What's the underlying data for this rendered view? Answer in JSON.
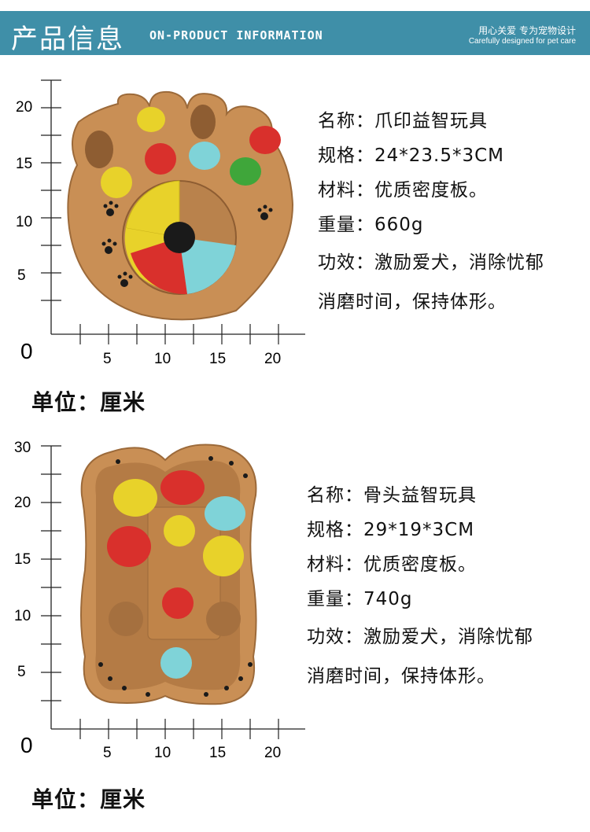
{
  "header": {
    "title_cn": "产品信息",
    "title_en": "ON-PRODUCT INFORMATION",
    "slogan_cn": "用心关爱 专为宠物设计",
    "slogan_en": "Carefully designed for pet care"
  },
  "products": [
    {
      "axis": {
        "y_ticks": [
          "20",
          "15",
          "10",
          "5"
        ],
        "x_ticks": [
          "5",
          "10",
          "15",
          "20"
        ],
        "origin": "0"
      },
      "specs": {
        "name": "名称：爪印益智玩具",
        "size": "规格：24*23.5*3CM",
        "material": "材料：优质密度板。",
        "weight": "重量：660g",
        "function": "功效：激励爱犬，消除忧郁",
        "function2": "消磨时间，保持体形。"
      },
      "unit": "单位：厘米"
    },
    {
      "axis": {
        "y_ticks": [
          "30",
          "20",
          "15",
          "10",
          "5"
        ],
        "x_ticks": [
          "5",
          "10",
          "15",
          "20"
        ],
        "origin": "0"
      },
      "specs": {
        "name": "名称：骨头益智玩具",
        "size": "规格：29*19*3CM",
        "material": "材料：优质密度板。",
        "weight": "重量：740g",
        "function": "功效：激励爱犬，消除忧郁",
        "function2": "消磨时间，保持体形。"
      },
      "unit": "单位：厘米"
    }
  ],
  "colors": {
    "header": "#3f8fa8",
    "wood": "#c98f55",
    "yellow": "#e8d22a",
    "red": "#d9302c",
    "cyan": "#7fd3d8",
    "green": "#3fa63a"
  }
}
